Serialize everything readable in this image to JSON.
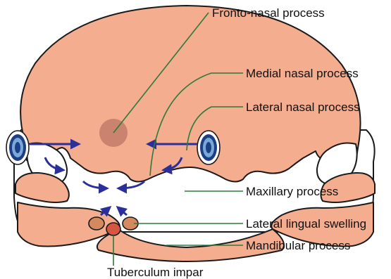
{
  "labels": {
    "fronto_nasal": "Fronto-nasal process",
    "medial_nasal": "Medial nasal process",
    "lateral_nasal": "Lateral nasal process",
    "maxillary": "Maxillary process",
    "lateral_lingual": "Lateral lingual swelling",
    "mandibular": "Mandibular process",
    "tuberculum": "Tuberculum impar"
  },
  "colors": {
    "tissue": "#f4ad8e",
    "center_spot": "#c9836f",
    "leader_lines": "#2f7a3b",
    "arrows": "#2b2f9a",
    "eye_outer": "#1d3f86",
    "eye_iris": "#7aa9d8",
    "tongue_swelling": "#d48a5e",
    "tuberculum": "#d6573f"
  }
}
